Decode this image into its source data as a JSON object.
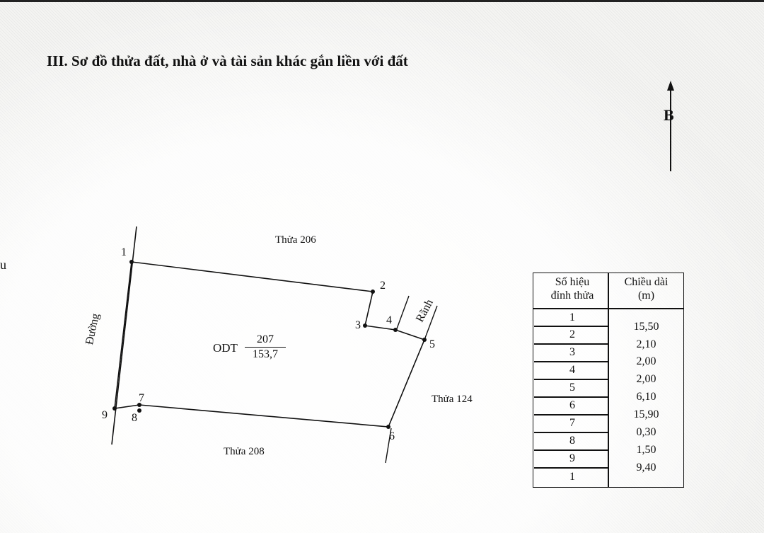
{
  "title": "III. Sơ đồ thửa đất, nhà ở và tài sản khác gắn liền với đất",
  "side_char": "u",
  "north_label": "B",
  "parcels": {
    "top": "Thửa 206",
    "right": "Thửa 124",
    "bottom": "Thửa 208"
  },
  "road_label": "Đường",
  "ditch_label": "Rãnh",
  "land": {
    "code": "ODT",
    "parcel_no": "207",
    "area": "153,7"
  },
  "vertices": [
    "1",
    "2",
    "3",
    "4",
    "5",
    "6",
    "7",
    "8",
    "9"
  ],
  "table": {
    "header_vertex": [
      "Số hiệu",
      "đỉnh thửa"
    ],
    "header_length": [
      "Chiều dài",
      "(m)"
    ],
    "vertex_rows": [
      "1",
      "2",
      "3",
      "4",
      "5",
      "6",
      "7",
      "8",
      "9",
      "1"
    ],
    "lengths": [
      "15,50",
      "2,10",
      "2,00",
      "2,00",
      "6,10",
      "15,90",
      "0,30",
      "1,50",
      "9,40"
    ]
  }
}
